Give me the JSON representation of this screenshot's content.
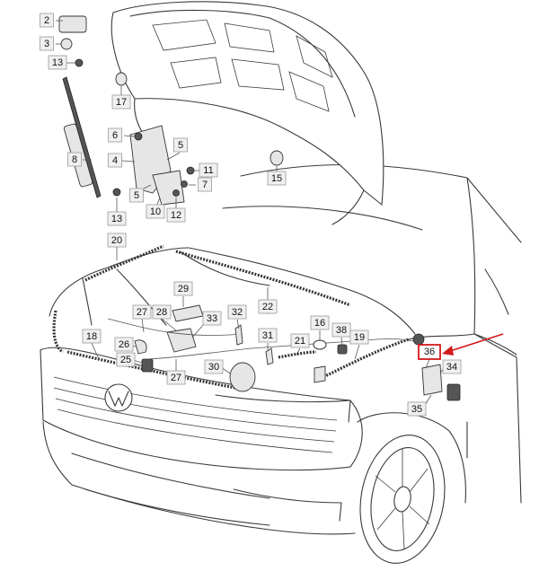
{
  "diagram": {
    "labels": [
      {
        "id": "2"
      },
      {
        "id": "3"
      },
      {
        "id": "13"
      },
      {
        "id": "17"
      },
      {
        "id": "6"
      },
      {
        "id": "5"
      },
      {
        "id": "8"
      },
      {
        "id": "4"
      },
      {
        "id": "11"
      },
      {
        "id": "7"
      },
      {
        "id": "5"
      },
      {
        "id": "10"
      },
      {
        "id": "12"
      },
      {
        "id": "13"
      },
      {
        "id": "15"
      },
      {
        "id": "20"
      },
      {
        "id": "29"
      },
      {
        "id": "22"
      },
      {
        "id": "27"
      },
      {
        "id": "28"
      },
      {
        "id": "33"
      },
      {
        "id": "32"
      },
      {
        "id": "16"
      },
      {
        "id": "38"
      },
      {
        "id": "18"
      },
      {
        "id": "31"
      },
      {
        "id": "21"
      },
      {
        "id": "19"
      },
      {
        "id": "26"
      },
      {
        "id": "25"
      },
      {
        "id": "30"
      },
      {
        "id": "27"
      },
      {
        "id": "34"
      },
      {
        "id": "35"
      }
    ],
    "highlighted_label": "36",
    "highlight_color": "#d11a1a"
  }
}
